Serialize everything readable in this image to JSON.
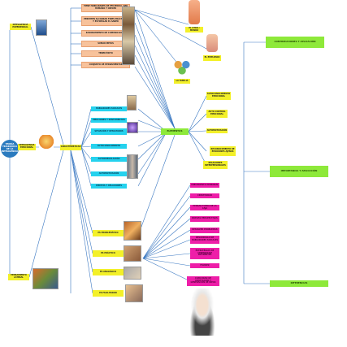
{
  "center": {
    "label": "TEORÍA TRIÁRQUICA DE LA INTELIGENCIA"
  },
  "left_nodes": [
    {
      "label": "INTELIGENCIA EXPERIENCIAL"
    },
    {
      "label": "INTELIGENCIA EMOCIONAL"
    },
    {
      "label": "PENSAMIENTO LATERAL"
    }
  ],
  "hub": {
    "label": "CARACTERÍSTICAS"
  },
  "top_list": [
    {
      "label": "TIENE HABILIDADES DE EFICIENCIA, SER HUMANO Y CRECER"
    },
    {
      "label": "PERMITEN ALCANZAR FINES PRÁCTICOS Y ESTIMULAR EL SABER"
    },
    {
      "label": "RAZONAMIENTO DE COMUNICACIÓN"
    },
    {
      "label": "SUMAR METAS"
    },
    {
      "label": "TENER ÉXITO"
    },
    {
      "label": "CONJUNTO DE HERRAMIENTAS"
    }
  ],
  "cyan_list": [
    {
      "label": "HABILIDADES SOCIALES"
    },
    {
      "label": "EMOCIONES Y SENTIMIENTOS"
    },
    {
      "label": "SITUACIÓN Y RESULTADOS"
    },
    {
      "label": "AUTOCONOCIMIENTO"
    },
    {
      "label": "AUTORREGULACIÓN"
    },
    {
      "label": "AUTOMOTIVACIÓN"
    },
    {
      "label": "EMPATÍA Y RELACIONES"
    }
  ],
  "figures": [
    {
      "label": "EL OTRO / MUNDO"
    },
    {
      "label": "EL EMPLEADO"
    },
    {
      "label": "LA FAMILIA"
    }
  ],
  "elements": {
    "label": "ELEMENTOS"
  },
  "elements_children": [
    {
      "label": "AUTOCONOCIMIENTO EMOCIONAL"
    },
    {
      "label": "AUTO CONTROL EMOCIONAL"
    },
    {
      "label": "AUTOMOTIVACIÓN"
    },
    {
      "label": "RECONOCIMIENTO DE EMOCIONES AJENAS"
    },
    {
      "label": "RELACIONES INTERPERSONALES"
    }
  ],
  "yellow_left": [
    {
      "label": "ES PROBLEMÁTICO"
    },
    {
      "label": "ES PRÁCTICO"
    },
    {
      "label": "ES ANALÓGICO"
    },
    {
      "label": "ES FACILITADOR"
    }
  ],
  "magenta_list": [
    {
      "label": "CRECIMIENTO PERSONAL"
    },
    {
      "label": "CREATIVIDAD"
    },
    {
      "label": "PENSAR FUERA DE LA CAJA"
    },
    {
      "label": "NUEVAS PERSPECTIVAS"
    },
    {
      "label": "RESOLVER PROBLEMAS"
    },
    {
      "label": "DESARROLLO DE HABILIDADES SOCIALES"
    },
    {
      "label": "ESTRATEGIAS DE APRENDIZAJE DIFERENTES"
    },
    {
      "label": "FLUIDEZ"
    },
    {
      "label": "CAPACIDAD DE ADAPTACIÓN Y GENERACIÓN DE IDEAS"
    }
  ],
  "right_column": [
    {
      "label": "CONTRIBUCIONES Y APLICACIÓN"
    },
    {
      "label": "IMPORTANCIA Y APLICACIÓN"
    },
    {
      "label": "DIFERENCIAS"
    }
  ],
  "colors": {
    "line": "#3a78c2",
    "peach": "#f7c29b",
    "cyan": "#25d2ee",
    "yellow": "#f3f028",
    "magenta": "#ee1ea8",
    "lime": "#8ee93a"
  },
  "icons": [
    "brain-icon",
    "head-silhouette-icon",
    "books-icon",
    "family-icon",
    "woman-figure-icon",
    "man-figure-icon",
    "scientist-portrait-icon"
  ]
}
